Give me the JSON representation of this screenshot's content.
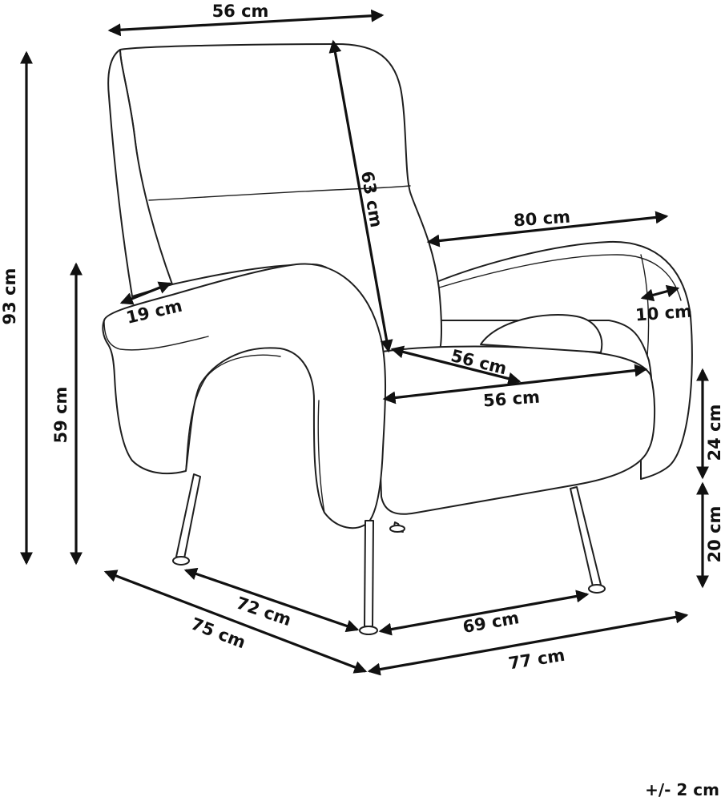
{
  "dimensions": {
    "backrest_width": "56 cm",
    "backrest_height": "63 cm",
    "total_width": "80 cm",
    "armrest_thickness": "10 cm",
    "armrest_width": "19 cm",
    "total_height": "93 cm",
    "armrest_height": "59 cm",
    "seat_depth": "56 cm",
    "seat_width": "56 cm",
    "seat_cushion_height": "24 cm",
    "seat_height_from_floor": "20 cm",
    "leg_depth": "72 cm",
    "total_depth": "75 cm",
    "leg_width": "69 cm",
    "total_length": "77 cm"
  },
  "tolerance": "+/- 2 cm"
}
